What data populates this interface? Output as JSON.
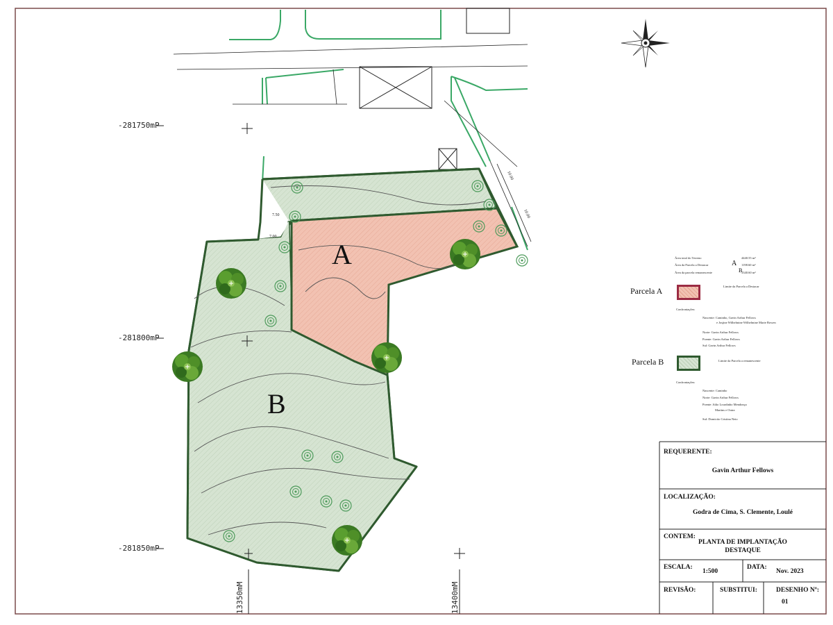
{
  "grid": {
    "north_labels": [
      "-281750mP",
      "-281800mP",
      "-281850mP"
    ],
    "east_labels": [
      "13350mM",
      "13400mM"
    ]
  },
  "parcels": {
    "a_label": "A",
    "b_label": "B",
    "a_color": "#f2c2b2",
    "a_border": "#9b2b43",
    "b_color": "#d6e4d2",
    "b_border": "#2f5a2f",
    "road_color": "#3aa866"
  },
  "dimensions": {
    "d1": "7.50",
    "d2": "7.00",
    "d3": "10.00",
    "d4": "10.00"
  },
  "areas": {
    "a_letter": "A",
    "b_letter": "B",
    "rows": [
      {
        "label": "Área total do Terreno",
        "value": "4440.55 m²"
      },
      {
        "label": "Área da Parcela a Destacar",
        "value": "1198.60 m²"
      },
      {
        "label": "Área da parcela remanescente",
        "value": "3340.60 m²"
      }
    ]
  },
  "legend_a": {
    "title": "Parcela A",
    "desc": "Limite da Parcela a Destacar",
    "confrontacoes": "Confrontações:",
    "lines": [
      "Nascente: Caminho, Gavin Arthur Fellows",
      "e Josjine Wilhelmine Wilhelmine Marie Bowen",
      "Norte: Gavin Arthur Fellows",
      "Poente: Gavin Arthur Fellows",
      "Sul: Gavin Arthur Fellows"
    ]
  },
  "legend_b": {
    "title": "Parcela B",
    "desc": "Limite da Parcela a remanescente",
    "confrontacoes": "Confrontações:",
    "lines": [
      "Nascente: Caminho",
      "Norte: Gavin Arthur Fellows",
      "Poente: Júlio Lourdinho Mendonça",
      "Martins e Outra",
      "Sul: Domiciio Cristina Neto"
    ]
  },
  "title_block": {
    "requerente_label": "REQUERENTE:",
    "requerente_value": "Gavin Arthur Fellows",
    "localizacao_label": "LOCALIZAÇÃO:",
    "localizacao_value": "Godra de Cima, S. Clemente, Loulé",
    "contem_label": "CONTEM:",
    "contem_line1": "PLANTA DE IMPLANTAÇÃO",
    "contem_line2": "DESTAQUE",
    "escala_label": "ESCALA:",
    "escala_value": "1:500",
    "data_label": "DATA:",
    "data_value": "Nov. 2023",
    "revisao_label": "REVISÃO:",
    "substitui_label": "SUBSTITUI:",
    "desenho_label": "DESENHO Nº:",
    "desenho_value": "01"
  }
}
